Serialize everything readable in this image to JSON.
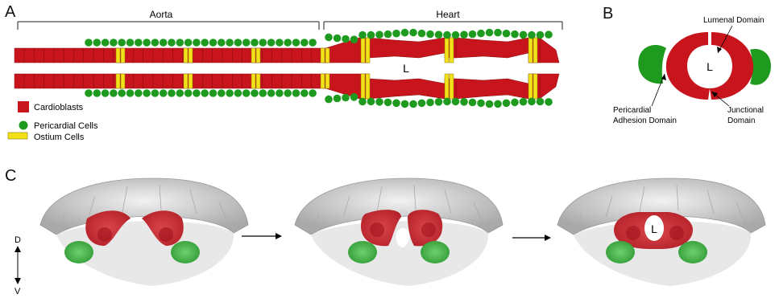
{
  "panels": {
    "a": "A",
    "b": "B",
    "c": "C"
  },
  "panel_a": {
    "aorta_label": "Aorta",
    "heart_label": "Heart",
    "lumen_label": "L",
    "legend": [
      {
        "label": "Cardioblasts",
        "color": "#c8141c",
        "shape": "square"
      },
      {
        "label": "Pericardial Cells",
        "color": "#1e9b1e",
        "shape": "circle"
      },
      {
        "label": "Ostium Cells",
        "color": "#f3e21a",
        "shape": "rect"
      }
    ]
  },
  "panel_b": {
    "lumen_label": "L",
    "lumenal_domain": "Lumenal Domain",
    "pericardial_adhesion_domain_line1": "Pericardial",
    "pericardial_adhesion_domain_line2": "Adhesion Domain",
    "junctional_domain_line1": "Junctional",
    "junctional_domain_line2": "Domain"
  },
  "panel_c": {
    "axis_top": "D",
    "axis_bottom": "V",
    "lumen_label": "L"
  },
  "colors": {
    "cardioblast": "#c8141c",
    "pericardial": "#1e9b1e",
    "ostium": "#f3e21a",
    "tissue_gray": "#bdbdbd"
  }
}
